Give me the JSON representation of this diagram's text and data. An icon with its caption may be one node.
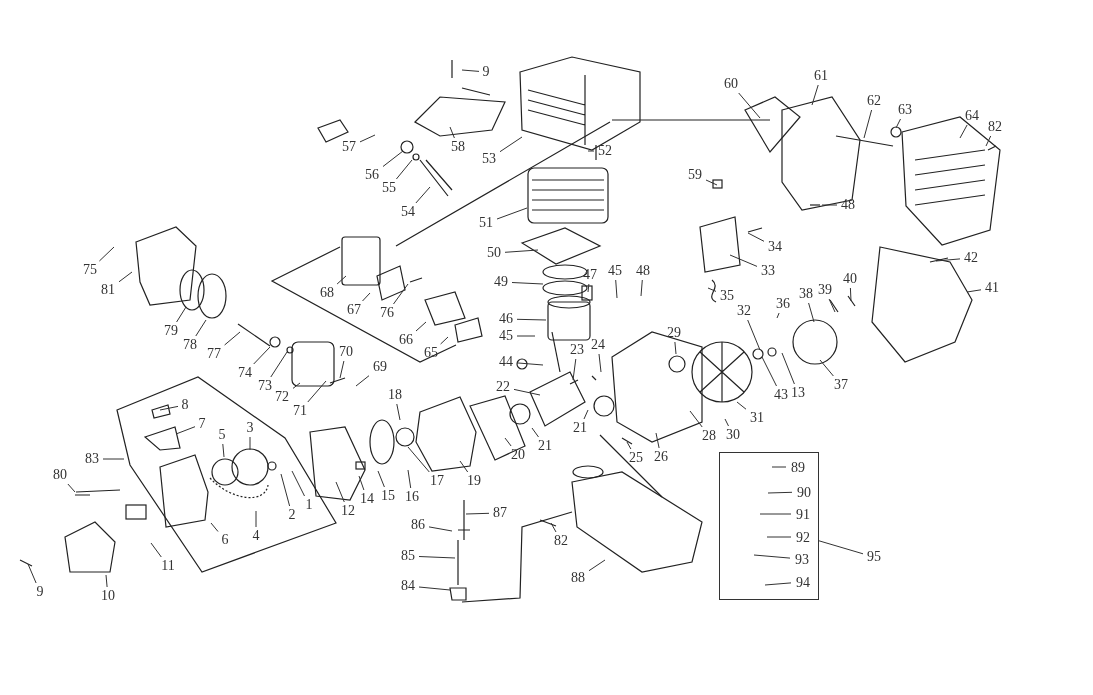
{
  "diagram": {
    "nodes": [
      {
        "text": [
          "9"
        ]
      },
      {
        "text": [
          "57"
        ]
      },
      {
        "text": [
          "58"
        ]
      },
      {
        "text": [
          "53"
        ]
      },
      {
        "text": [
          "52"
        ]
      },
      {
        "text": [
          "56"
        ]
      },
      {
        "text": [
          "55"
        ]
      },
      {
        "text": [
          "54"
        ]
      },
      {
        "text": [
          "51"
        ]
      },
      {
        "text": [
          "60"
        ]
      },
      {
        "text": [
          "61"
        ]
      },
      {
        "text": [
          "62"
        ]
      },
      {
        "text": [
          "63"
        ]
      },
      {
        "text": [
          "64"
        ]
      },
      {
        "text": [
          "82"
        ]
      },
      {
        "text": [
          "59"
        ]
      },
      {
        "text": [
          "48"
        ]
      },
      {
        "text": [
          "34"
        ]
      },
      {
        "text": [
          "33"
        ]
      },
      {
        "text": [
          "50"
        ]
      },
      {
        "text": [
          "49"
        ]
      },
      {
        "text": [
          "47"
        ]
      },
      {
        "text": [
          "45"
        ]
      },
      {
        "text": [
          "48"
        ]
      },
      {
        "text": [
          "46"
        ]
      },
      {
        "text": [
          "45"
        ]
      },
      {
        "text": [
          "75"
        ]
      },
      {
        "text": [
          "81"
        ]
      },
      {
        "text": [
          "79"
        ]
      },
      {
        "text": [
          "78"
        ]
      },
      {
        "text": [
          "77"
        ]
      },
      {
        "text": [
          "68"
        ]
      },
      {
        "text": [
          "67"
        ]
      },
      {
        "text": [
          "76"
        ]
      },
      {
        "text": [
          "66"
        ]
      },
      {
        "text": [
          "65"
        ]
      },
      {
        "text": [
          "74"
        ]
      },
      {
        "text": [
          "73"
        ]
      },
      {
        "text": [
          "72"
        ]
      },
      {
        "text": [
          "71"
        ]
      },
      {
        "text": [
          "70"
        ]
      },
      {
        "text": [
          "69"
        ]
      },
      {
        "text": [
          "35"
        ]
      },
      {
        "text": [
          "42"
        ]
      },
      {
        "text": [
          "41"
        ]
      },
      {
        "text": [
          "40"
        ]
      },
      {
        "text": [
          "39"
        ]
      },
      {
        "text": [
          "36"
        ]
      },
      {
        "text": [
          "38"
        ]
      },
      {
        "text": [
          "32"
        ]
      },
      {
        "text": [
          "29"
        ]
      },
      {
        "text": [
          "44"
        ]
      },
      {
        "text": [
          "23"
        ]
      },
      {
        "text": [
          "24"
        ]
      },
      {
        "text": [
          "22"
        ]
      },
      {
        "text": [
          "43"
        ]
      },
      {
        "text": [
          "13"
        ]
      },
      {
        "text": [
          "37"
        ]
      },
      {
        "text": [
          "31"
        ]
      },
      {
        "text": [
          "8"
        ]
      },
      {
        "text": [
          "7"
        ]
      },
      {
        "text": [
          "3"
        ]
      },
      {
        "text": [
          "5"
        ]
      },
      {
        "text": [
          "83"
        ]
      },
      {
        "text": [
          "18"
        ]
      },
      {
        "text": [
          "21"
        ]
      },
      {
        "text": [
          "21"
        ]
      },
      {
        "text": [
          "28"
        ]
      },
      {
        "text": [
          "30"
        ]
      },
      {
        "text": [
          "20"
        ]
      },
      {
        "text": [
          "80"
        ]
      },
      {
        "text": [
          "17"
        ]
      },
      {
        "text": [
          "19"
        ]
      },
      {
        "text": [
          "25"
        ]
      },
      {
        "text": [
          "26"
        ]
      },
      {
        "text": [
          "2"
        ]
      },
      {
        "text": [
          "1"
        ]
      },
      {
        "text": [
          "12"
        ]
      },
      {
        "text": [
          "14"
        ]
      },
      {
        "text": [
          "15"
        ]
      },
      {
        "text": [
          "16"
        ]
      },
      {
        "text": [
          "6"
        ]
      },
      {
        "text": [
          "4"
        ]
      },
      {
        "text": [
          "87"
        ]
      },
      {
        "text": [
          "82"
        ]
      },
      {
        "text": [
          "86"
        ]
      },
      {
        "text": [
          "85"
        ]
      },
      {
        "text": [
          "84"
        ]
      },
      {
        "text": [
          "11"
        ]
      },
      {
        "text": [
          "9"
        ]
      },
      {
        "text": [
          "10"
        ]
      },
      {
        "text": [
          "88"
        ]
      },
      {
        "text": [],
        "shape": "box"
      },
      {
        "text": [
          "89"
        ],
        "in": 92
      },
      {
        "text": [
          "90"
        ],
        "in": 92
      },
      {
        "text": [
          "91"
        ],
        "in": 92
      },
      {
        "text": [
          "92"
        ],
        "in": 92
      },
      {
        "text": [
          "93"
        ],
        "in": 92
      },
      {
        "text": [
          "94"
        ],
        "in": 92
      },
      {
        "text": [
          "95"
        ]
      }
    ],
    "edges": [
      {
        "from": 0,
        "to": null,
        "arrow": "none"
      },
      {
        "from": 1,
        "to": null,
        "arrow": "none"
      },
      {
        "from": 2,
        "to": null,
        "arrow": "none"
      },
      {
        "from": 3,
        "to": null,
        "arrow": "none"
      },
      {
        "from": 4,
        "to": null,
        "arrow": "none"
      },
      {
        "from": 5,
        "to": null,
        "arrow": "none"
      },
      {
        "from": 6,
        "to": null,
        "arrow": "none"
      },
      {
        "from": 7,
        "to": null,
        "arrow": "none"
      },
      {
        "from": 8,
        "to": null,
        "arrow": "none"
      },
      {
        "from": 9,
        "to": null,
        "arrow": "none"
      },
      {
        "from": 10,
        "to": null,
        "arrow": "none"
      },
      {
        "from": 11,
        "to": null,
        "arrow": "none"
      },
      {
        "from": 12,
        "to": null,
        "arrow": "none"
      },
      {
        "from": 13,
        "to": null,
        "arrow": "none"
      },
      {
        "from": 14,
        "to": null,
        "arrow": "none"
      },
      {
        "from": 15,
        "to": null,
        "arrow": "none"
      },
      {
        "from": 16,
        "to": null,
        "arrow": "none"
      },
      {
        "from": 17,
        "to": null,
        "arrow": "none"
      },
      {
        "from": 18,
        "to": null,
        "arrow": "none"
      },
      {
        "from": 19,
        "to": null,
        "arrow": "none"
      },
      {
        "from": 20,
        "to": null,
        "arrow": "none"
      },
      {
        "from": 21,
        "to": null,
        "arrow": "none"
      },
      {
        "from": 22,
        "to": null,
        "arrow": "none"
      },
      {
        "from": 23,
        "to": null,
        "arrow": "none"
      },
      {
        "from": 24,
        "to": null,
        "arrow": "none"
      },
      {
        "from": 25,
        "to": null,
        "arrow": "none"
      },
      {
        "from": 26,
        "to": null,
        "arrow": "none"
      },
      {
        "from": 27,
        "to": null,
        "arrow": "none"
      },
      {
        "from": 28,
        "to": null,
        "arrow": "none"
      },
      {
        "from": 29,
        "to": null,
        "arrow": "none"
      },
      {
        "from": 30,
        "to": null,
        "arrow": "none"
      },
      {
        "from": 31,
        "to": null,
        "arrow": "none"
      },
      {
        "from": 32,
        "to": null,
        "arrow": "none"
      },
      {
        "from": 33,
        "to": null,
        "arrow": "none"
      },
      {
        "from": 34,
        "to": null,
        "arrow": "none"
      },
      {
        "from": 35,
        "to": null,
        "arrow": "none"
      },
      {
        "from": 36,
        "to": null,
        "arrow": "none"
      },
      {
        "from": 37,
        "to": null,
        "arrow": "none"
      },
      {
        "from": 38,
        "to": null,
        "arrow": "none"
      },
      {
        "from": 39,
        "to": null,
        "arrow": "none"
      },
      {
        "from": 40,
        "to": null,
        "arrow": "none"
      },
      {
        "from": 41,
        "to": null,
        "arrow": "none"
      },
      {
        "from": 42,
        "to": null,
        "arrow": "none"
      },
      {
        "from": 43,
        "to": null,
        "arrow": "none"
      },
      {
        "from": 44,
        "to": null,
        "arrow": "none"
      },
      {
        "from": 45,
        "to": null,
        "arrow": "none"
      },
      {
        "from": 46,
        "to": null,
        "arrow": "none"
      },
      {
        "from": 47,
        "to": null,
        "arrow": "none"
      },
      {
        "from": 48,
        "to": null,
        "arrow": "none"
      },
      {
        "from": 49,
        "to": null,
        "arrow": "none"
      },
      {
        "from": 50,
        "to": null,
        "arrow": "none"
      },
      {
        "from": 51,
        "to": null,
        "arrow": "none"
      },
      {
        "from": 52,
        "to": null,
        "arrow": "none"
      },
      {
        "from": 53,
        "to": null,
        "arrow": "none"
      },
      {
        "from": 54,
        "to": null,
        "arrow": "none"
      },
      {
        "from": 55,
        "to": null,
        "arrow": "none"
      },
      {
        "from": 56,
        "to": null,
        "arrow": "none"
      },
      {
        "from": 57,
        "to": null,
        "arrow": "none"
      },
      {
        "from": 58,
        "to": null,
        "arrow": "none"
      },
      {
        "from": 59,
        "to": null,
        "arrow": "none"
      },
      {
        "from": 60,
        "to": null,
        "arrow": "none"
      },
      {
        "from": 61,
        "to": null,
        "arrow": "none"
      },
      {
        "from": 62,
        "to": null,
        "arrow": "none"
      },
      {
        "from": 63,
        "to": null,
        "arrow": "none"
      },
      {
        "from": 64,
        "to": null,
        "arrow": "none"
      },
      {
        "from": 65,
        "to": null,
        "arrow": "none"
      },
      {
        "from": 66,
        "to": null,
        "arrow": "none"
      },
      {
        "from": 67,
        "to": null,
        "arrow": "none"
      },
      {
        "from": 68,
        "to": null,
        "arrow": "none"
      },
      {
        "from": 69,
        "to": null,
        "arrow": "none"
      },
      {
        "from": 70,
        "to": null,
        "arrow": "none"
      },
      {
        "from": 71,
        "to": null,
        "arrow": "none"
      },
      {
        "from": 72,
        "to": null,
        "arrow": "none"
      },
      {
        "from": 73,
        "to": null,
        "arrow": "none"
      },
      {
        "from": 74,
        "to": null,
        "arrow": "none"
      },
      {
        "from": 75,
        "to": null,
        "arrow": "none"
      },
      {
        "from": 76,
        "to": null,
        "arrow": "none"
      },
      {
        "from": 77,
        "to": null,
        "arrow": "none"
      },
      {
        "from": 78,
        "to": null,
        "arrow": "none"
      },
      {
        "from": 79,
        "to": null,
        "arrow": "none"
      },
      {
        "from": 80,
        "to": null,
        "arrow": "none"
      },
      {
        "from": 81,
        "to": null,
        "arrow": "none"
      },
      {
        "from": 82,
        "to": null,
        "arrow": "none"
      },
      {
        "from": 83,
        "to": null,
        "arrow": "none"
      },
      {
        "from": 84,
        "to": null,
        "arrow": "none"
      },
      {
        "from": 85,
        "to": null,
        "arrow": "none"
      },
      {
        "from": 86,
        "to": null,
        "arrow": "none"
      },
      {
        "from": 87,
        "to": null,
        "arrow": "none"
      },
      {
        "from": 88,
        "to": null,
        "arrow": "none"
      },
      {
        "from": 89,
        "to": null,
        "arrow": "none"
      },
      {
        "from": 90,
        "to": null,
        "arrow": "none"
      },
      {
        "from": 91,
        "to": null,
        "arrow": "none"
      },
      {
        "from": 93,
        "to": null,
        "arrow": "none"
      },
      {
        "from": 94,
        "to": null,
        "arrow": "none"
      },
      {
        "from": 95,
        "to": null,
        "arrow": "none"
      },
      {
        "from": 96,
        "to": null,
        "arrow": "none"
      },
      {
        "from": 97,
        "to": null,
        "arrow": "none"
      },
      {
        "from": 98,
        "to": null,
        "arrow": "none"
      },
      {
        "from": 99,
        "to": 92,
        "arrow": "none"
      }
    ]
  }
}
